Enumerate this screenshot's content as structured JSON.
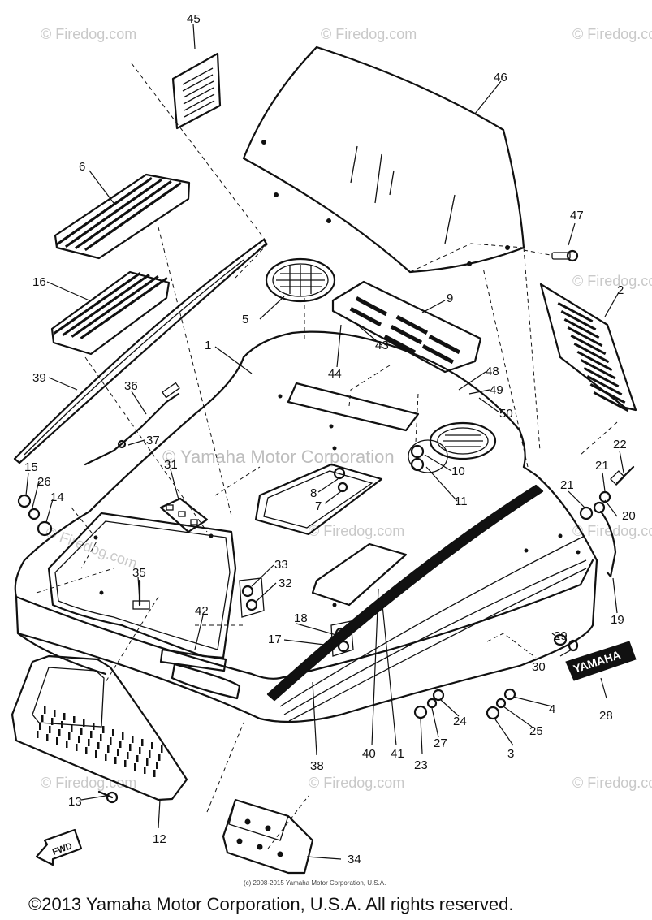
{
  "diagram": {
    "callouts": {
      "c1": "1",
      "c2": "2",
      "c3": "3",
      "c4": "4",
      "c5": "5",
      "c6": "6",
      "c7": "7",
      "c8": "8",
      "c9": "9",
      "c10": "10",
      "c11": "11",
      "c12": "12",
      "c13": "13",
      "c14": "14",
      "c15": "15",
      "c16": "16",
      "c17": "17",
      "c18": "18",
      "c19": "19",
      "c20": "20",
      "c21a": "21",
      "c21b": "21",
      "c22": "22",
      "c23": "23",
      "c24": "24",
      "c25": "25",
      "c26": "26",
      "c27": "27",
      "c28": "28",
      "c29": "29",
      "c30": "30",
      "c31": "31",
      "c32": "32",
      "c33": "33",
      "c34": "34",
      "c35": "35",
      "c36": "36",
      "c37": "37",
      "c38": "38",
      "c39": "39",
      "c40": "40",
      "c41": "41",
      "c42": "42",
      "c43": "43",
      "c44": "44",
      "c45": "45",
      "c46": "46",
      "c47": "47",
      "c48": "48",
      "c49": "49",
      "c50": "50"
    },
    "badge_text": "YAMAHA",
    "fwd_text": "FWD"
  },
  "watermarks": {
    "firedog": "© Firedog.com",
    "yamaha": "© Yamaha Motor Corporation"
  },
  "small_copyright": "(c) 2008-2015 Yamaha Motor Corporation, U.S.A.",
  "footer": "©2013 Yamaha Motor Corporation, U.S.A. All rights reserved."
}
